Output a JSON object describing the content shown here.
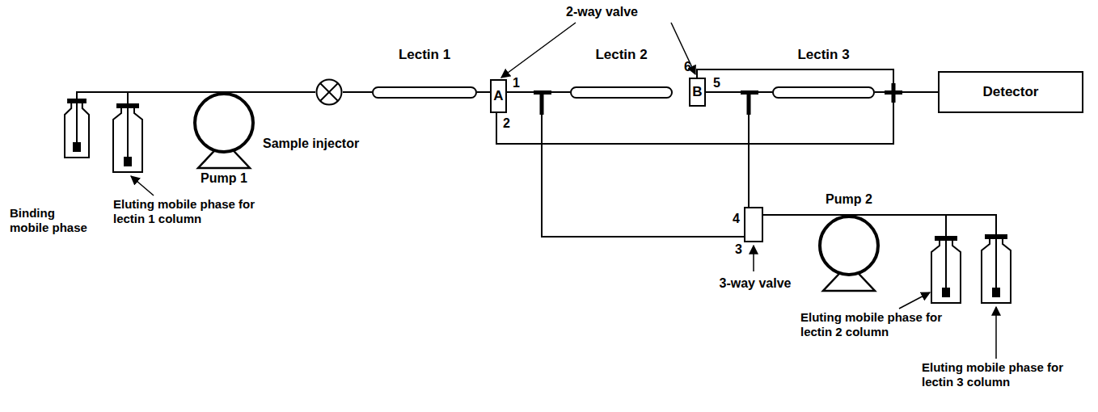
{
  "diagram": {
    "nodes": [
      {
        "text": [
          "Binding mobile phase"
        ]
      },
      {
        "text": [
          "Eluting mobile phase for lectin 1 column"
        ]
      },
      {
        "text": [
          "Pump 1"
        ]
      },
      {
        "text": [
          "Sample injector"
        ]
      },
      {
        "text": [
          "Lectin 1"
        ]
      },
      {
        "text": [
          "A"
        ]
      },
      {
        "text": [
          "Lectin 2"
        ]
      },
      {
        "text": [
          "B"
        ]
      },
      {
        "text": [
          "Lectin 3"
        ]
      },
      {
        "text": [
          "Detector"
        ]
      },
      {
        "text": [
          "3-way valve"
        ]
      },
      {
        "text": [
          "Pump 2"
        ]
      },
      {
        "text": [
          "Eluting mobile phase for lectin 2 column"
        ]
      },
      {
        "text": [
          "Eluting mobile phase for lectin 3 column"
        ]
      }
    ],
    "edges": [
      {
        "from": 0,
        "to": 2,
        "arrow": "none"
      },
      {
        "from": 1,
        "to": 2,
        "arrow": "none"
      },
      {
        "from": 2,
        "to": 3,
        "arrow": "none"
      },
      {
        "from": 3,
        "to": 4,
        "arrow": "none"
      },
      {
        "from": 4,
        "to": 5,
        "arrow": "none"
      },
      {
        "from": 5,
        "to": 6,
        "arrow": "none"
      },
      {
        "from": 10,
        "to": 6,
        "arrow": "none"
      },
      {
        "from": 7,
        "to": 8,
        "arrow": "none"
      },
      {
        "from": 10,
        "to": 8,
        "arrow": "none"
      },
      {
        "from": 8,
        "to": 9,
        "arrow": "none"
      },
      {
        "from": 5,
        "to": 9,
        "arrow": "none"
      },
      {
        "from": 7,
        "to": 9,
        "arrow": "none"
      },
      {
        "from": 11,
        "to": 10,
        "arrow": "none"
      },
      {
        "from": 12,
        "to": 11,
        "arrow": "none"
      },
      {
        "from": 13,
        "to": 11,
        "arrow": "none"
      }
    ],
    "labels": [
      "2-way valve",
      "1",
      "2",
      "6",
      "5",
      "4",
      "3"
    ]
  }
}
